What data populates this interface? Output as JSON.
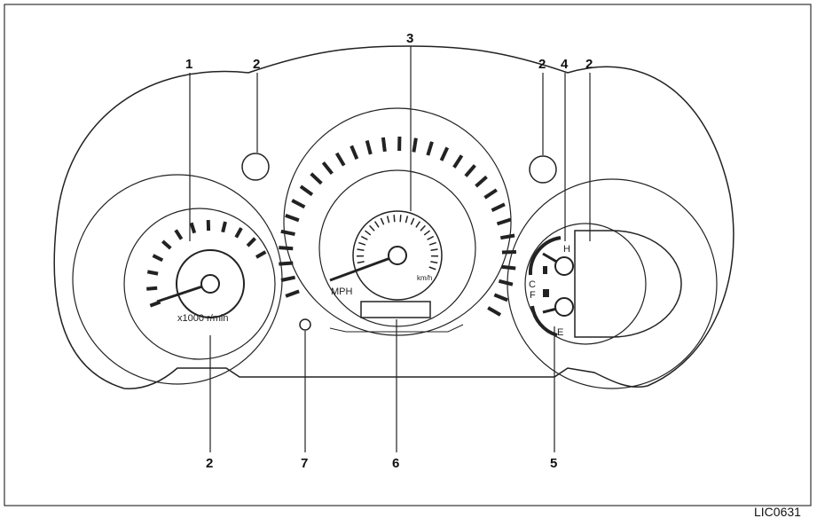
{
  "figure_code": "LIC0631",
  "callouts": {
    "tachometer": "1",
    "warning_lights_left_top": "2",
    "speedometer": "3",
    "warning_lights_right_top": "2",
    "temperature_gauge": "4",
    "warning_lights_right_panel": "2",
    "warning_lights_bottom_left": "2",
    "trip_reset_knob": "7",
    "odometer_display": "6",
    "fuel_gauge": "5"
  },
  "tachometer": {
    "unit_label": "x1000 r/min"
  },
  "speedometer": {
    "unit_label": "MPH",
    "secondary_unit_label": "km/h"
  },
  "temperature_gauge": {
    "hot_label": "H",
    "cold_label": "C"
  },
  "fuel_gauge": {
    "full_label": "F",
    "empty_label": "E"
  },
  "colors": {
    "line": "#222222",
    "background": "#ffffff"
  }
}
